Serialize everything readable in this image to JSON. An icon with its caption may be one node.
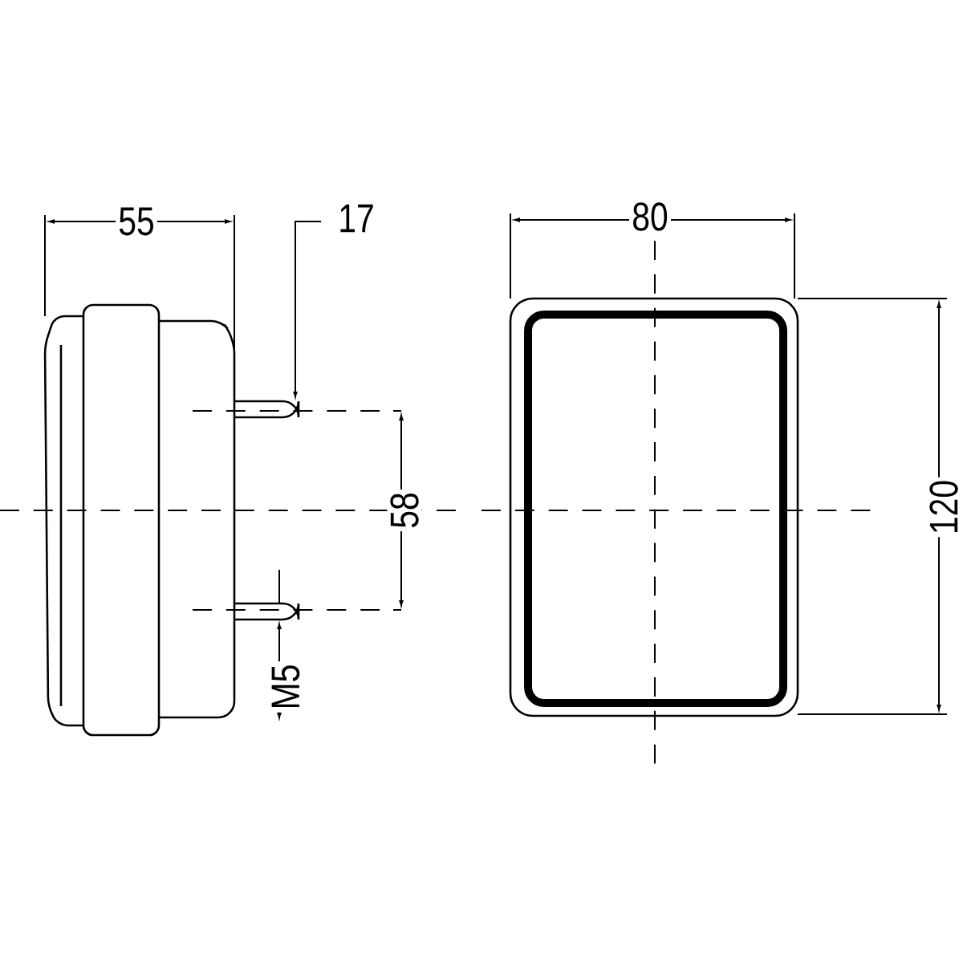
{
  "diagram": {
    "labels": [
      "55",
      "17",
      "80",
      "58",
      "120",
      "M5"
    ]
  }
}
